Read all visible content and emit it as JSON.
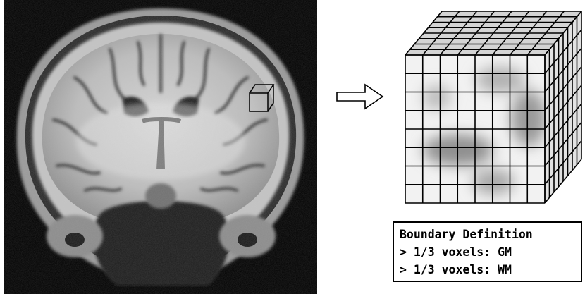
{
  "legend": {
    "title": "Boundary Definition",
    "rules": [
      "> 1/3 voxels: GM",
      "> 1/3 voxels: WM"
    ]
  },
  "colors": {
    "background": "#ffffff",
    "mri_background": "#000000",
    "outline": "#000000"
  },
  "icons": {
    "arrow": "right-hollow-arrow-icon",
    "voxel": "small-cube-icon"
  }
}
